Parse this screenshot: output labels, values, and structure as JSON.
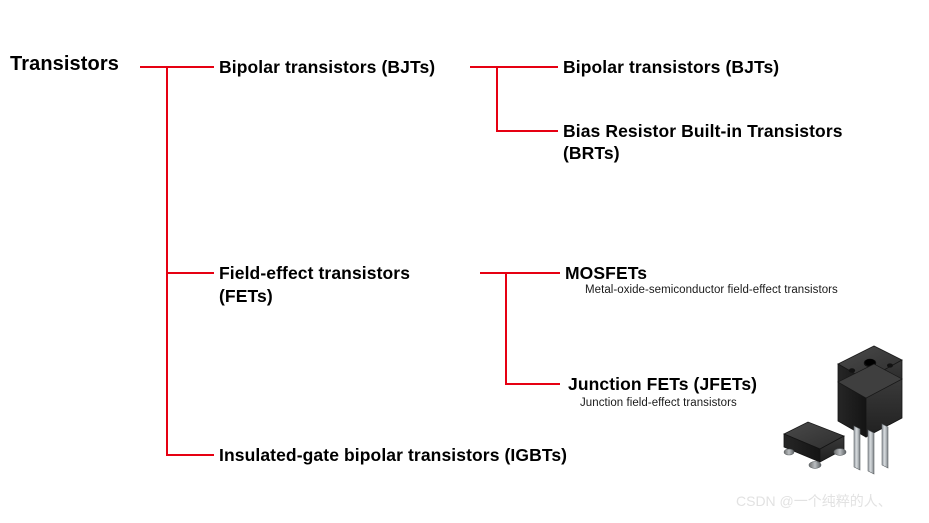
{
  "diagram": {
    "title": "Transistors classification tree",
    "accent_color": "#E60012",
    "text_color": "#000000",
    "background": "#ffffff",
    "root": {
      "label": "Transistors"
    },
    "level1": [
      {
        "label": "Bipolar transistors  (BJTs)"
      },
      {
        "label": "Field-effect transistors",
        "label_line2": "(FETs)"
      },
      {
        "label": "Insulated-gate bipolar transistors  (IGBTs)"
      }
    ],
    "bjt_children": [
      {
        "label": "Bipolar transistors  (BJTs)"
      },
      {
        "label": "Bias Resistor  Built-in Transistors",
        "label_line2": "(BRTs)"
      }
    ],
    "fet_children": [
      {
        "label": "MOSFETs",
        "subtitle": "Metal-oxide-semiconductor  field-effect transistors"
      },
      {
        "label": "Junction FETs  (JFETs)",
        "subtitle": "Junction  field-effect transistors"
      }
    ]
  },
  "artwork": {
    "small_package": "smd-transistor-sot23-image",
    "large_package": "to220-transistor-package-image"
  },
  "watermark": {
    "text": "CSDN @一个纯粹的人、"
  }
}
